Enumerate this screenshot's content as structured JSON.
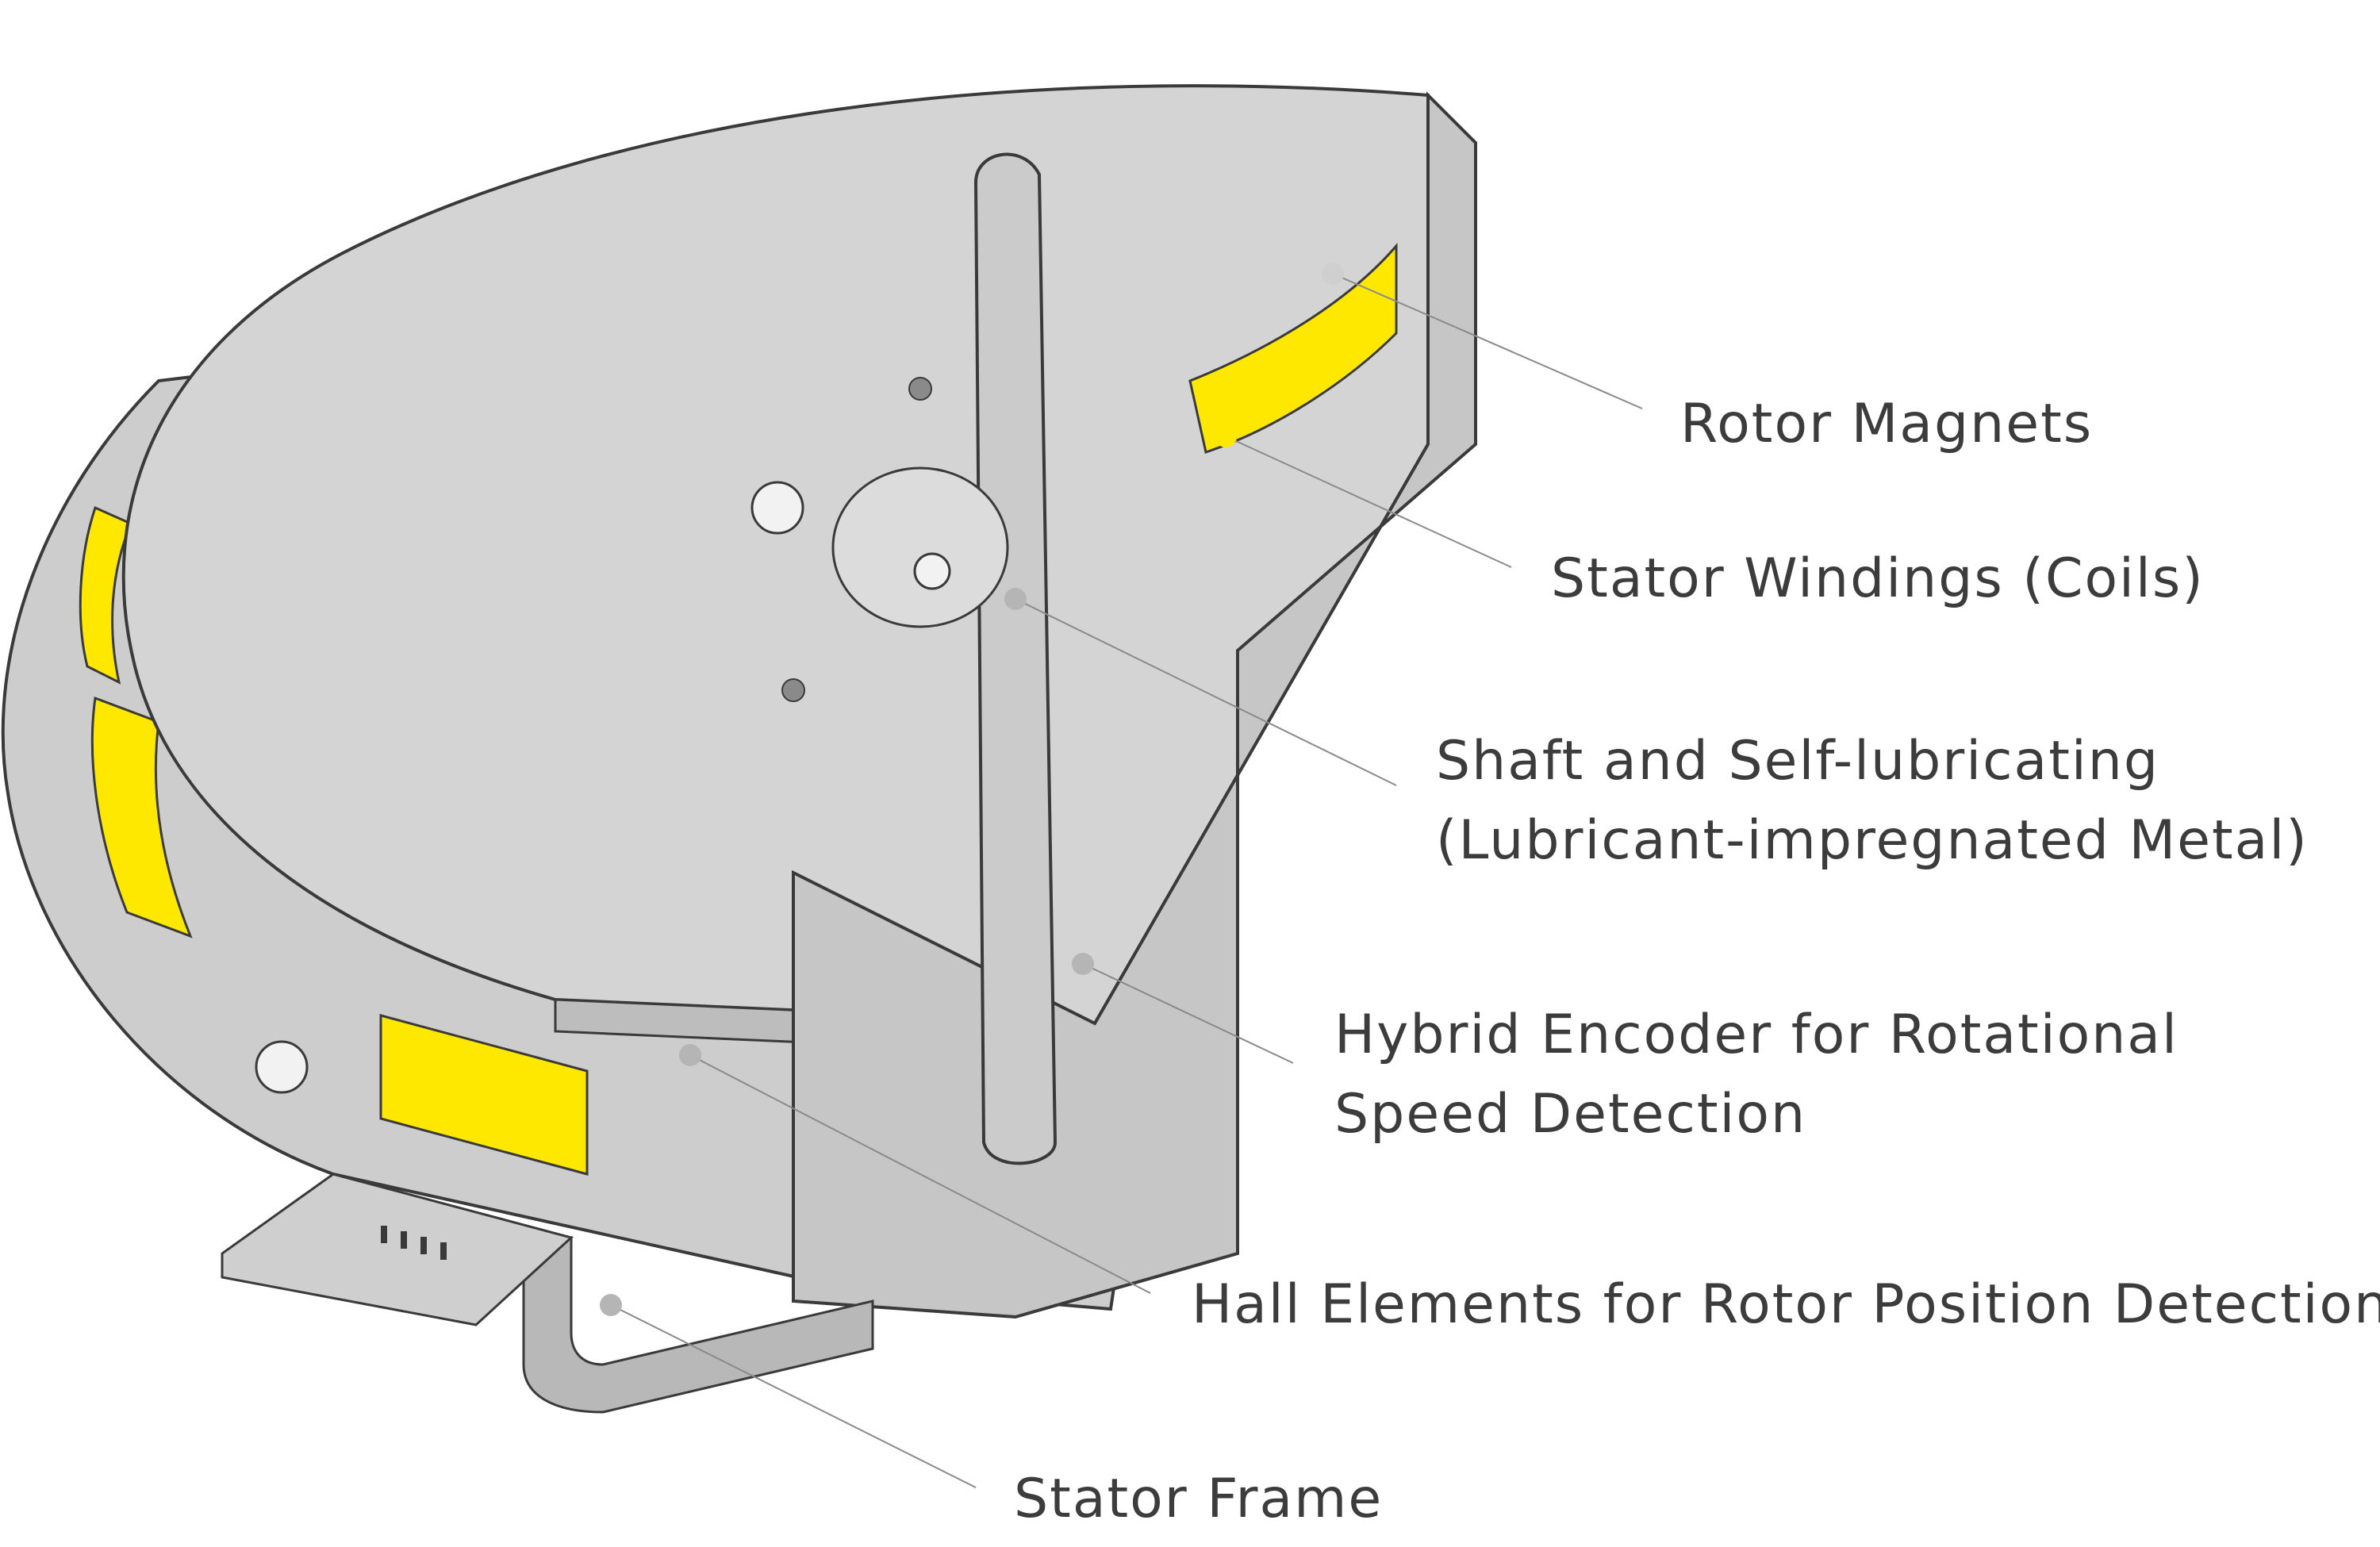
{
  "colors": {
    "background": "#ffffff",
    "body": "#cfcfcf",
    "body_light": "#dedede",
    "edge": "#3a3a3a",
    "coil": "#ffe800",
    "coil_shade": "#e9d400",
    "leader": "#8a8a8a",
    "text": "#3c3c3c"
  },
  "callouts": [
    {
      "id": "rotor-magnets",
      "lines": [
        "Rotor Magnets"
      ]
    },
    {
      "id": "stator-windings",
      "lines": [
        "Stator Windings (Coils)"
      ]
    },
    {
      "id": "shaft",
      "lines": [
        "Shaft and Self-lubricating",
        "(Lubricant-impregnated Metal)"
      ]
    },
    {
      "id": "hybrid-encoder",
      "lines": [
        "Hybrid Encoder for Rotational",
        "Speed Detection"
      ]
    },
    {
      "id": "hall-elements",
      "lines": [
        "Hall Elements for Rotor Position Detection"
      ]
    },
    {
      "id": "stator-frame",
      "lines": [
        "Stator Frame"
      ]
    }
  ]
}
